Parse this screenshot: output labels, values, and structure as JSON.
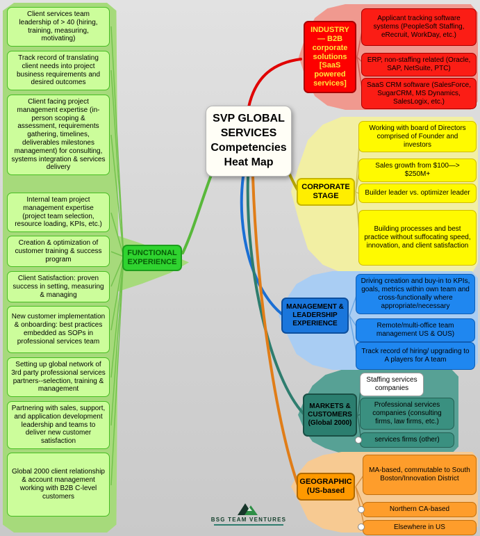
{
  "center": {
    "title": "SVP GLOBAL SERVICES Competencies Heat Map"
  },
  "functional": {
    "label": "FUNCTIONAL EXPERIENCE",
    "color": "#2fd32f",
    "items": [
      "Client services team leadership of > 40 (hiring, training, measuring, motivating)",
      "Track record of translating client needs into project business requirements and desired outcomes",
      "Client facing project management expertise (in-person scoping & assessment, requirements gathering, timelines, deliverables milestones management) for consulting, systems integration & services delivery",
      "Internal team project management expertise (project team selection, resource loading, KPIs, etc.)",
      "Creation & optimization of customer training & success program",
      "Client Satisfaction: proven success in setting, measuring & managing",
      "New customer implementation & onboarding: best practices embedded as SOPs in professional services team",
      "Setting up global network of 3rd party professional services partners--selection, training & management",
      "Partnering with sales, support, and application development leadership and teams to deliver new customer satisfaction",
      "Global 2000 client relationship & account management working with B2B C-level customers"
    ]
  },
  "industry": {
    "label": "INDUSTRY — B2B corporate solutions [SaaS powered services]",
    "color": "#fd0000",
    "items": [
      "Applicant tracking software systems (PeopleSoft Staffing, eRecruit, WorkDay, etc.)",
      "ERP, non-staffing related (Oracle, SAP, NetSuite, PTC)",
      "SaaS CRM software (SalesForce, SugarCRM, MS Dynamics, SalesLogix, etc.)"
    ]
  },
  "corporate": {
    "label": "CORPORATE STAGE",
    "color": "#ffee00",
    "items": [
      "Working with board of Directors comprised of Founder and investors",
      "Sales growth from $100—> $250M+",
      "Builder leader vs. optimizer leader",
      "Building processes and best practice without suffocating speed, innovation, and client satisfaction"
    ]
  },
  "management": {
    "label": "MANAGEMENT & LEADERSHIP EXPERIENCE",
    "color": "#1a76dc",
    "items": [
      "Driving creation and buy-in to KPIs, goals, metrics within own team and cross-functionally where appropriate/necessary",
      "Remote/multi-office team management US & OUS)",
      "Track record of hiring/ upgrading to A players for A team"
    ]
  },
  "markets": {
    "label": "MARKETS & CUSTOMERS (Global 2000)",
    "color": "#2b7e6f",
    "items": [
      "Staffing services companies",
      "Professional services companies (consulting firms, law firms, etc.)",
      "services firms (other)"
    ]
  },
  "geographic": {
    "label": "GEOGRAPHIC (US-based",
    "color": "#fe9900",
    "items": [
      "MA-based, commutable to South Boston/Innovation District",
      "Northern CA-based",
      "Elsewhere in US"
    ]
  },
  "logo": {
    "text": "BSG TEAM VENTURES"
  }
}
